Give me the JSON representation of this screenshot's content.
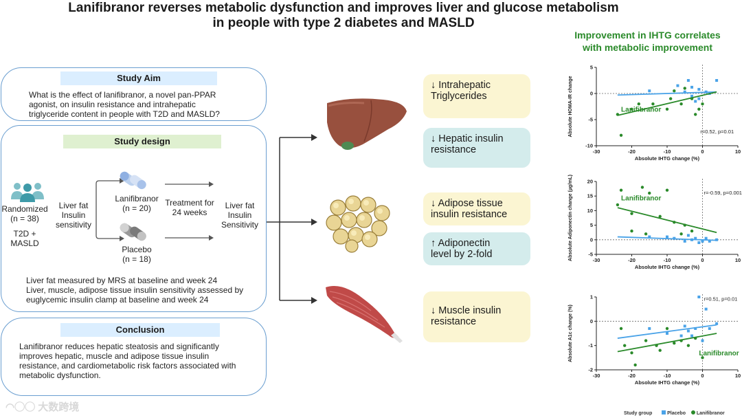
{
  "title": {
    "line1": "Lanifibranor reverses metabolic dysfunction and improves liver and glucose metabolism",
    "line2": "in people with type 2 diabetes and MASLD"
  },
  "study_aim": {
    "header": "Study Aim",
    "lines": [
      "What is the effect of lanifibranor, a novel pan-PPAR",
      "agonist, on insulin resistance and intrahepatic",
      "triglyceride content in people with T2D and MASLD?"
    ]
  },
  "study_design": {
    "header": "Study design",
    "randomized": [
      "Randomized",
      "(n = 38)"
    ],
    "population": [
      "T2D +",
      "MASLD"
    ],
    "baseline": [
      "Liver fat",
      "Insulin",
      "sensitivity"
    ],
    "arm1": [
      "Lanifibranor",
      "(n = 20)"
    ],
    "arm2": [
      "Placebo",
      "(n = 18)"
    ],
    "treatment": [
      "Treatment for",
      "24 weeks"
    ],
    "outcome": [
      "Liver fat",
      "Insulin",
      "Sensitivity"
    ],
    "notes": [
      "Liver fat measured by MRS at baseline and week 24",
      "Liver, muscle, adipose tissue insulin sensitivity assessed by",
      "euglycemic insulin clamp at baseline and week 24"
    ]
  },
  "conclusion": {
    "header": "Conclusion",
    "lines": [
      "Lanifibranor reduces hepatic steatosis and significantly",
      "improves hepatic, muscle and adipose tissue insulin",
      "resistance, and cardiometabolic risk factors associated with",
      "metabolic dysfunction."
    ]
  },
  "results": {
    "r1": [
      "↓ Intrahepatic",
      "Triglycerides"
    ],
    "r2": [
      "↓ Hepatic insulin",
      "resistance"
    ],
    "r3": [
      "↓ Adipose tissue",
      "insulin resistance"
    ],
    "r4": [
      "↑ Adiponectin",
      "level by 2-fold"
    ],
    "r5": [
      "↓ Muscle insulin",
      "resistance"
    ]
  },
  "right_title": [
    "Improvement in IHTG correlates",
    "with metabolic improvement"
  ],
  "colors": {
    "placebo": "#4aa3e8",
    "lanifibranor": "#2a8a2a",
    "frame": "#6a9ed0",
    "yellow_box": "#fbf5d2",
    "cyan_box": "#d4ecec",
    "header_band": "#dbeeff",
    "design_band": "#dff0d0"
  },
  "icons": [
    "people-icon",
    "pill-blue-icon",
    "pill-gray-icon",
    "liver-icon",
    "adipose-cells-icon",
    "muscle-icon"
  ],
  "legend": {
    "title": "Study group",
    "items": [
      "Placebo",
      "Lanifibranor"
    ]
  },
  "watermark": "大数跨境",
  "chart_data": [
    {
      "type": "scatter",
      "xlabel": "Absolute IHTG change (%)",
      "ylabel": "Absolute HOMA-IR change",
      "xlim": [
        -30,
        10
      ],
      "ylim": [
        -10,
        5
      ],
      "xticks": [
        -30,
        -20,
        -10,
        0,
        10
      ],
      "yticks": [
        5,
        0,
        -5,
        -10
      ],
      "annotation": "r=0.52, p=0.01",
      "series_label": "Lanifibranor",
      "series": [
        {
          "name": "Placebo",
          "points": [
            [
              -15,
              0.5
            ],
            [
              -7,
              1.5
            ],
            [
              -4,
              2.5
            ],
            [
              -3,
              1.2
            ],
            [
              -1,
              0.8
            ],
            [
              2,
              0
            ],
            [
              -3,
              -0.5
            ],
            [
              -2,
              -1.5
            ],
            [
              1,
              0.3
            ],
            [
              4,
              2.5
            ],
            [
              -5,
              0.3
            ],
            [
              -1,
              -1
            ]
          ],
          "fit": [
            [
              -24,
              -0.3
            ],
            [
              4,
              0.3
            ]
          ]
        },
        {
          "name": "Lanifibranor",
          "points": [
            [
              -23,
              -8
            ],
            [
              -24,
              -4
            ],
            [
              -20,
              -3
            ],
            [
              -18,
              -2
            ],
            [
              -14,
              -2
            ],
            [
              -10,
              -3
            ],
            [
              -9,
              -1
            ],
            [
              -6,
              -2
            ],
            [
              -5,
              1
            ],
            [
              -3,
              -1
            ],
            [
              -1,
              -3
            ],
            [
              0,
              -2
            ],
            [
              -8,
              0.5
            ],
            [
              -2,
              -4
            ]
          ],
          "fit": [
            [
              -24,
              -4.2
            ],
            [
              4,
              0.3
            ]
          ]
        }
      ]
    },
    {
      "type": "scatter",
      "xlabel": "Absolute IHTG change (%)",
      "ylabel": "Absolute Adiponectin change (µg/mL)",
      "xlim": [
        -30,
        10
      ],
      "ylim": [
        -5,
        20
      ],
      "xticks": [
        -30,
        -20,
        -10,
        0,
        10
      ],
      "yticks": [
        20,
        15,
        10,
        5,
        0,
        -5
      ],
      "annotation": "r=-0.59, p=0.001",
      "series_label": "Lanifibranor",
      "series": [
        {
          "name": "Placebo",
          "points": [
            [
              -15,
              1
            ],
            [
              -10,
              1
            ],
            [
              -8,
              0.5
            ],
            [
              -5,
              -0.5
            ],
            [
              -3,
              0
            ],
            [
              -2,
              0.5
            ],
            [
              0,
              -0.5
            ],
            [
              1,
              0.5
            ],
            [
              2,
              -0.5
            ],
            [
              4,
              0
            ],
            [
              -4,
              1.5
            ],
            [
              -1,
              -1
            ]
          ],
          "fit": [
            [
              -24,
              1
            ],
            [
              4,
              -0.2
            ]
          ]
        },
        {
          "name": "Lanifibranor",
          "points": [
            [
              -23,
              17
            ],
            [
              -20,
              9
            ],
            [
              -17,
              18
            ],
            [
              -15,
              16
            ],
            [
              -10,
              17
            ],
            [
              -12,
              8
            ],
            [
              -8,
              6
            ],
            [
              -5,
              5
            ],
            [
              -3,
              3
            ],
            [
              -6,
              2
            ],
            [
              -20,
              3
            ],
            [
              -16,
              2
            ],
            [
              -24,
              12
            ]
          ],
          "fit": [
            [
              -24,
              11
            ],
            [
              4,
              2.5
            ]
          ]
        }
      ]
    },
    {
      "type": "scatter",
      "xlabel": "Absolute IHTG change (%)",
      "ylabel": "Absolute A1c change (%)",
      "xlim": [
        -30,
        10
      ],
      "ylim": [
        -2,
        1
      ],
      "xticks": [
        -30,
        -20,
        -10,
        0,
        10
      ],
      "yticks": [
        1,
        0,
        -1,
        -2
      ],
      "annotation": "r=0.51, p=0.01",
      "series_label": "Lanifibranor",
      "series": [
        {
          "name": "Placebo",
          "points": [
            [
              -15,
              -0.3
            ],
            [
              -10,
              -0.5
            ],
            [
              -5,
              -0.2
            ],
            [
              -4,
              -0.4
            ],
            [
              -3,
              -0.6
            ],
            [
              -2,
              -0.3
            ],
            [
              -1,
              1
            ],
            [
              1,
              0.5
            ],
            [
              2,
              -0.3
            ],
            [
              0,
              -0.8
            ],
            [
              -6,
              -0.6
            ],
            [
              4,
              -0.1
            ]
          ],
          "fit": [
            [
              -24,
              -0.7
            ],
            [
              4,
              -0.15
            ]
          ]
        },
        {
          "name": "Lanifibranor",
          "points": [
            [
              -23,
              -0.3
            ],
            [
              -22,
              -1
            ],
            [
              -20,
              -1.3
            ],
            [
              -19,
              -1.8
            ],
            [
              -16,
              -0.8
            ],
            [
              -12,
              -1.2
            ],
            [
              -10,
              -0.3
            ],
            [
              -8,
              -0.9
            ],
            [
              -6,
              -0.8
            ],
            [
              -4,
              -1
            ],
            [
              -2,
              -0.7
            ],
            [
              0,
              -1.5
            ],
            [
              -13,
              -1
            ]
          ],
          "fit": [
            [
              -24,
              -1.25
            ],
            [
              4,
              -0.5
            ]
          ]
        }
      ]
    }
  ]
}
